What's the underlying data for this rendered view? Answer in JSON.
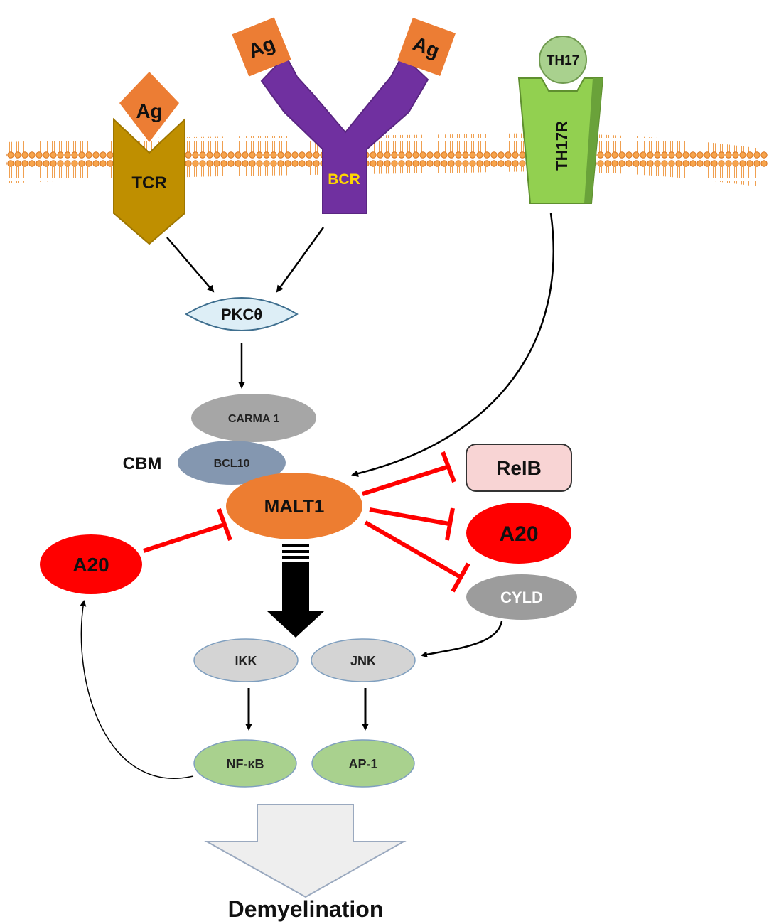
{
  "labels": {
    "ag": "Ag",
    "tcr": "TCR",
    "bcr": "BCR",
    "th17": "TH17",
    "th17r": "TH17R",
    "pkc": "PKCθ",
    "carma1": "CARMA 1",
    "bcl10": "BCL10",
    "cbm": "CBM",
    "malt1": "MALT1",
    "relb": "RelB",
    "a20": "A20",
    "cyld": "CYLD",
    "ikk": "IKK",
    "jnk": "JNK",
    "nfkb": "NF-κB",
    "ap1": "AP-1",
    "outcome": "Demyelination"
  },
  "colors": {
    "membrane": "#f39a3c",
    "antigen": "#ec7d34",
    "tcr": "#bf8f00",
    "bcr": "#7030a0",
    "th17r": "#92d050",
    "pkc": "#ddeef6",
    "carma1": "#a6a6a6",
    "bcl10": "#8497b0",
    "malt1": "#ed7d31",
    "relb": "#f8d4d4",
    "a20": "#ff0000",
    "cyld": "#9c9c9c",
    "kinase": "#d4d4d4",
    "tf": "#a9d18e",
    "inhibit": "#ff0000",
    "arrow": "#000000",
    "outcome_arrow": "#eeeeee"
  }
}
